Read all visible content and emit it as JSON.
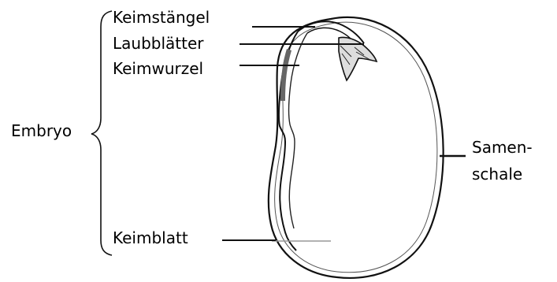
{
  "labels": {
    "keimstaengel": "Keimstängel",
    "laubblaetter": "Laubblätter",
    "keimwurzel": "Keimwurzel",
    "embryo": "Embryo",
    "samenschale_line1": "Samen-",
    "samenschale_line2": "schale",
    "keimblatt": "Keimblatt"
  }
}
